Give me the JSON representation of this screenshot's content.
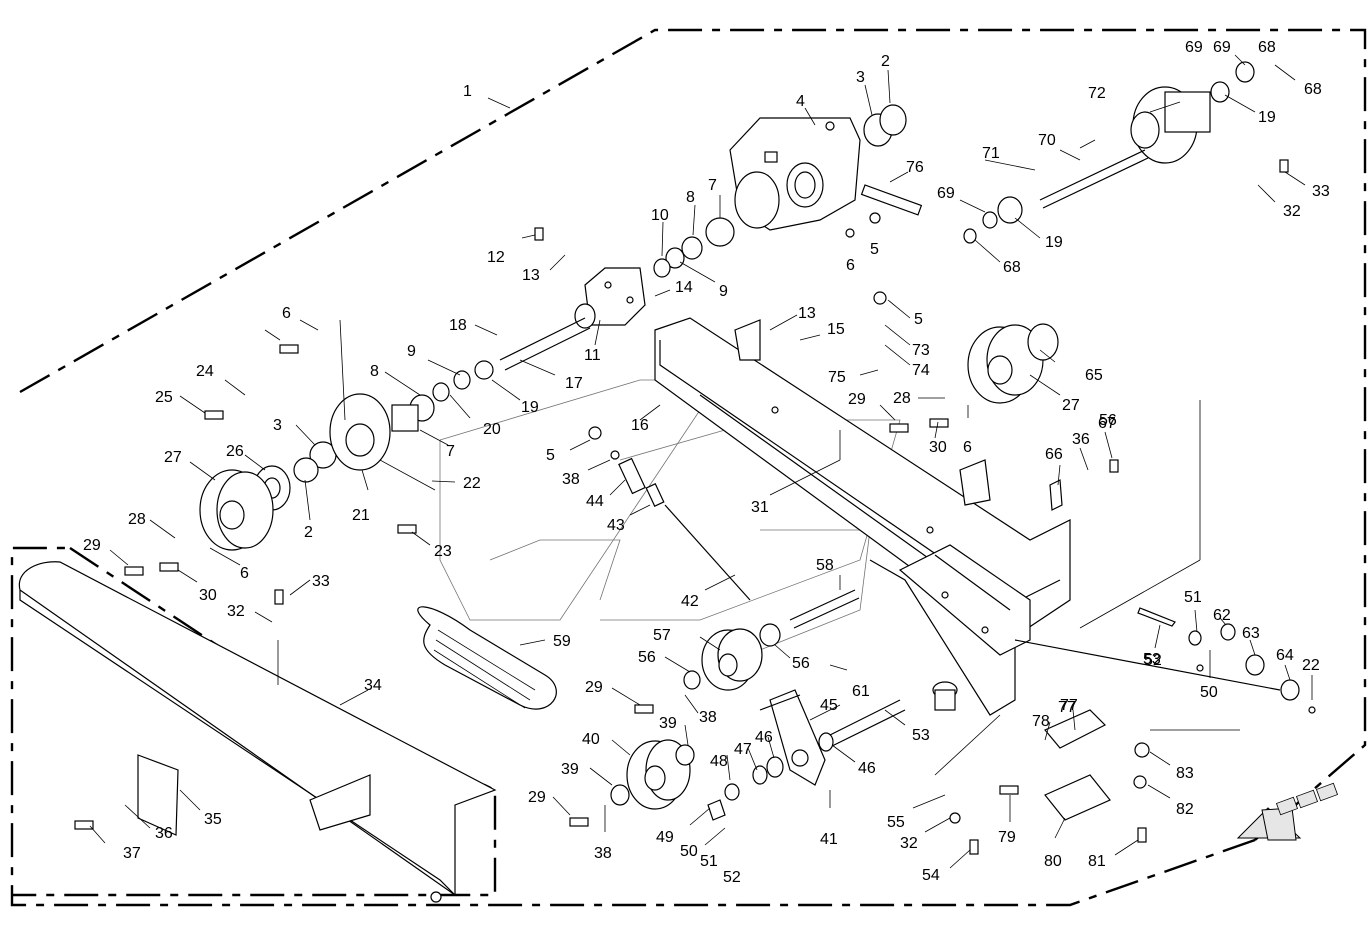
{
  "diagram": {
    "callouts": [
      "1",
      "2",
      "3",
      "4",
      "5",
      "6",
      "7",
      "8",
      "9",
      "10",
      "11",
      "12",
      "13",
      "14",
      "15",
      "16",
      "17",
      "18",
      "19",
      "20",
      "21",
      "22",
      "23",
      "24",
      "25",
      "26",
      "27",
      "28",
      "29",
      "30",
      "31",
      "32",
      "33",
      "34",
      "35",
      "36",
      "37",
      "38",
      "39",
      "40",
      "41",
      "42",
      "43",
      "44",
      "45",
      "46",
      "47",
      "48",
      "49",
      "50",
      "51",
      "52",
      "53",
      "54",
      "55",
      "56",
      "57",
      "58",
      "59",
      "61",
      "62",
      "63",
      "64",
      "65",
      "66",
      "67",
      "68",
      "69",
      "70",
      "71",
      "72",
      "73",
      "74",
      "75",
      "76",
      "77",
      "78",
      "79",
      "80",
      "81",
      "82",
      "83"
    ]
  }
}
